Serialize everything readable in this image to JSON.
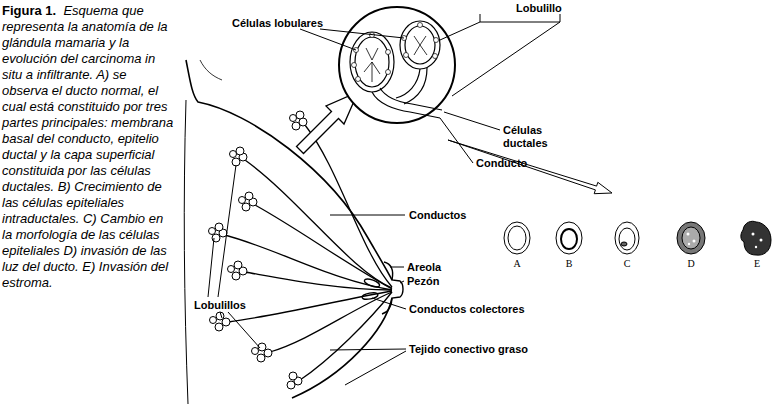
{
  "diagram": {
    "title": "Figura 1.",
    "caption": "Esquema que representa la anatomía de la glándula mamaria y la evolución del carcinoma  in situ a infiltrante. A) se observa el ducto normal, el cual está constituido por tres partes principales: membrana basal del conducto, epitelio ductal y la capa superficial constituida por las células ductales. B) Crecimiento de las células epiteliales intraductales. C) Cambio en la morfología de las células epiteliales D) invasión de las luz del ducto. E) Invasión del estroma.",
    "labels": [
      "Células lobulares",
      "Lobulillo",
      "Células ductales",
      "Conducto",
      "Conductos",
      "Areola",
      "Pezón",
      "Conductos colectores",
      "Tejido conectivo graso",
      "Lobulillos",
      "A",
      "B",
      "C",
      "D",
      "E"
    ]
  }
}
